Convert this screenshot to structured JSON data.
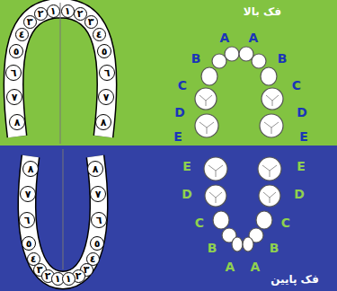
{
  "diagram": {
    "nodes": [
      {
        "text": [
          "١"
        ]
      },
      {
        "text": [
          "٢"
        ]
      },
      {
        "text": [
          "٣"
        ]
      },
      {
        "text": [
          "٤"
        ]
      },
      {
        "text": [
          "٥"
        ]
      },
      {
        "text": [
          "٦"
        ]
      },
      {
        "text": [
          "٧"
        ]
      },
      {
        "text": [
          "٨"
        ]
      },
      {
        "text": [
          "١"
        ]
      },
      {
        "text": [
          "٢"
        ]
      },
      {
        "text": [
          "٣"
        ]
      },
      {
        "text": [
          "٤"
        ]
      },
      {
        "text": [
          "٥"
        ]
      },
      {
        "text": [
          "٦"
        ]
      },
      {
        "text": [
          "٧"
        ]
      },
      {
        "text": [
          "٨"
        ]
      },
      {
        "text": [
          "٨"
        ]
      },
      {
        "text": [
          "٧"
        ]
      },
      {
        "text": [
          "٦"
        ]
      },
      {
        "text": [
          "٥"
        ]
      },
      {
        "text": [
          "٤"
        ]
      },
      {
        "text": [
          "٣"
        ]
      },
      {
        "text": [
          "٢"
        ]
      },
      {
        "text": [
          "١"
        ]
      },
      {
        "text": [
          "٨"
        ]
      },
      {
        "text": [
          "٧"
        ]
      },
      {
        "text": [
          "٦"
        ]
      },
      {
        "text": [
          "٥"
        ]
      },
      {
        "text": [
          "٤"
        ]
      },
      {
        "text": [
          "٣"
        ]
      },
      {
        "text": [
          "٢"
        ]
      },
      {
        "text": [
          "١"
        ]
      }
    ],
    "labels": [
      "فک بالا",
      "A",
      "A",
      "B",
      "B",
      "C",
      "C",
      "D",
      "D",
      "E",
      "E",
      "E",
      "E",
      "D",
      "D",
      "C",
      "C",
      "B",
      "B",
      "A",
      "A",
      "فک پایین"
    ]
  }
}
